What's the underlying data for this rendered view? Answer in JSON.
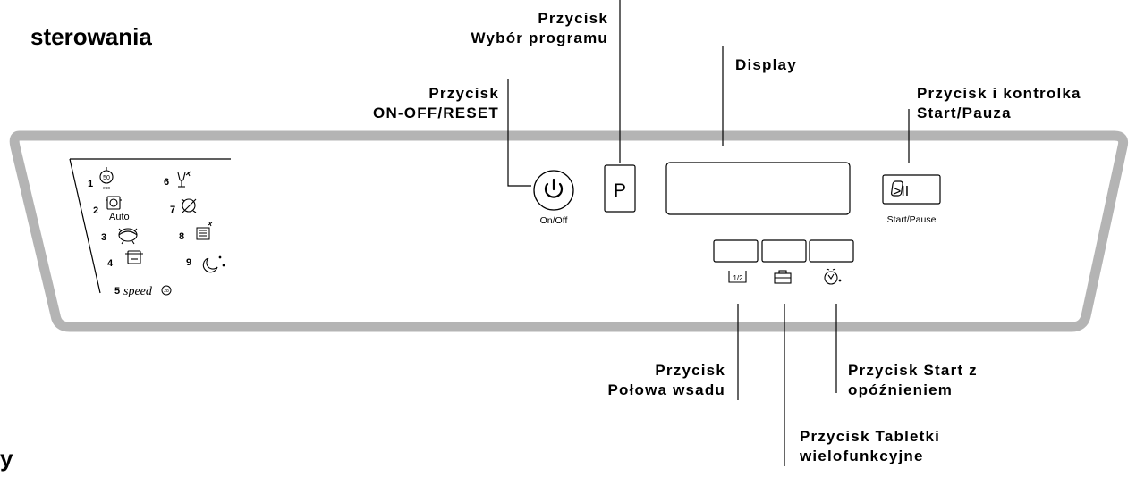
{
  "heading_top": "sterowania",
  "heading_bottom": "y",
  "callouts": {
    "program": [
      "Przycisk",
      "Wybór programu"
    ],
    "onoff": [
      "Przycisk",
      "ON-OFF/RESET"
    ],
    "display": [
      "Display"
    ],
    "startpause": [
      "Przycisk i kontrolka",
      "Start/Pauza"
    ],
    "halfload": [
      "Przycisk",
      "Połowa wsadu"
    ],
    "delay": [
      "Przycisk Start z",
      "opóźnieniem"
    ],
    "tablets": [
      "Przycisk Tabletki",
      "wielofunkcyjne"
    ]
  },
  "panel": {
    "program_key": "P",
    "onoff_caption": "On/Off",
    "startpause_caption": "Start/Pause",
    "startpause_symbol": ">II",
    "halfload_caption": "1/2",
    "programs": [
      {
        "num": "1",
        "icon": "eco-50-icon",
        "badge": "50",
        "sub": "eco"
      },
      {
        "num": "2",
        "icon": "auto-pot-icon",
        "sub": "Auto"
      },
      {
        "num": "3",
        "icon": "intensive-icon"
      },
      {
        "num": "4",
        "icon": "pot-icon"
      },
      {
        "num": "5",
        "icon": "speed-icon",
        "text": "speed",
        "badge": "28"
      },
      {
        "num": "6",
        "icon": "glass-icon"
      },
      {
        "num": "7",
        "icon": "rinse-icon"
      },
      {
        "num": "8",
        "icon": "soak-icon"
      },
      {
        "num": "9",
        "icon": "night-icon"
      }
    ]
  }
}
